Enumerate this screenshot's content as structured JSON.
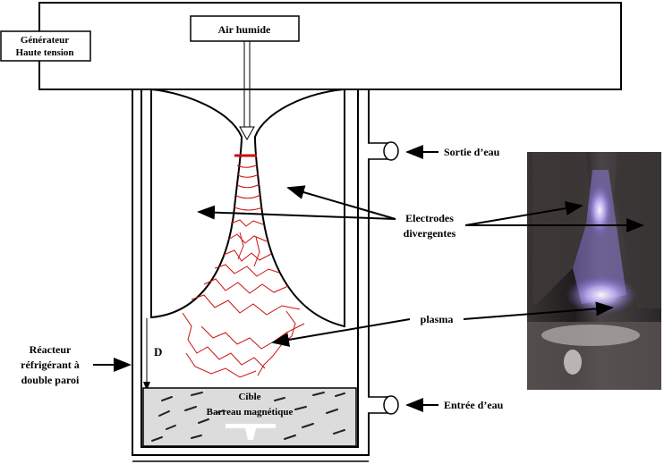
{
  "labels": {
    "generator_line1": "Générateur",
    "generator_line2": "Haute tension",
    "air": "Air humide",
    "water_out": "Sortie d’eau",
    "electrodes_line1": "Electrodes",
    "electrodes_line2": "divergentes",
    "plasma": "plasma",
    "reactor_line1": "Réacteur",
    "reactor_line2": "réfrigérant à",
    "reactor_line3": "double paroi",
    "distance": "D",
    "target_line1": "Cible",
    "target_line2": "Barreau magnétique",
    "water_in": "Entrée d’eau"
  },
  "colors": {
    "line": "#000000",
    "discharge": "#cc1010",
    "liquid": "#dcdcdc",
    "photo_dark": "#2e2a2a",
    "plasma_glow": "#b9a6ff"
  }
}
